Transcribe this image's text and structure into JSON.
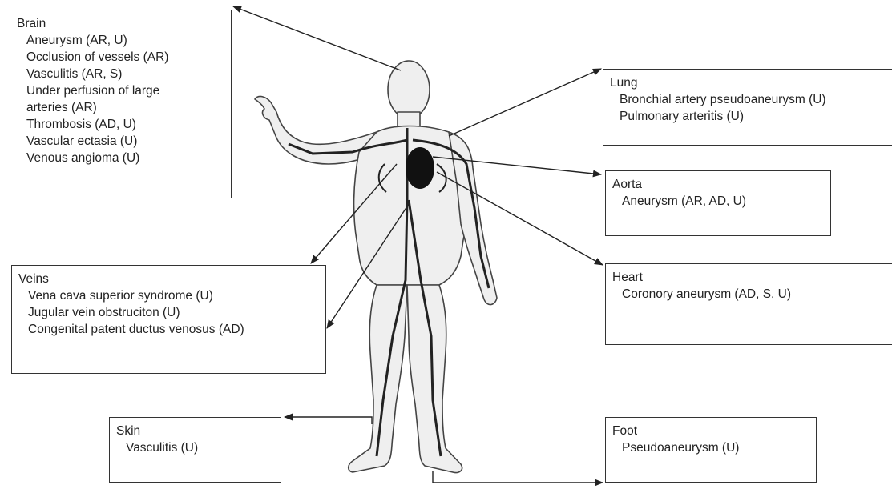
{
  "boxes": {
    "brain": {
      "title": "Brain",
      "items": [
        "Aneurysm (AR, U)",
        "Occlusion of vessels (AR)",
        "Vasculitis (AR, S)",
        "Under perfusion of large",
        "arteries (AR)",
        "Thrombosis (AD, U)",
        "Vascular ectasia (U)",
        "Venous angioma (U)"
      ]
    },
    "lung": {
      "title": "Lung",
      "items": [
        "Bronchial artery pseudoaneurysm (U)",
        "Pulmonary arteritis (U)"
      ]
    },
    "aorta": {
      "title": "Aorta",
      "items": [
        "Aneurysm (AR, AD, U)"
      ]
    },
    "heart": {
      "title": "Heart",
      "items": [
        "Coronory aneurysm (AD, S, U)"
      ]
    },
    "veins": {
      "title": "Veins",
      "items": [
        "Vena cava superior syndrome (U)",
        "Jugular vein obstruciton (U)",
        "Congenital patent ductus venosus (AD)"
      ]
    },
    "skin": {
      "title": "Skin",
      "items": [
        "Vasculitis (U)"
      ]
    },
    "foot": {
      "title": "Foot",
      "items": [
        "Pseudoaneurysm (U)"
      ]
    }
  }
}
